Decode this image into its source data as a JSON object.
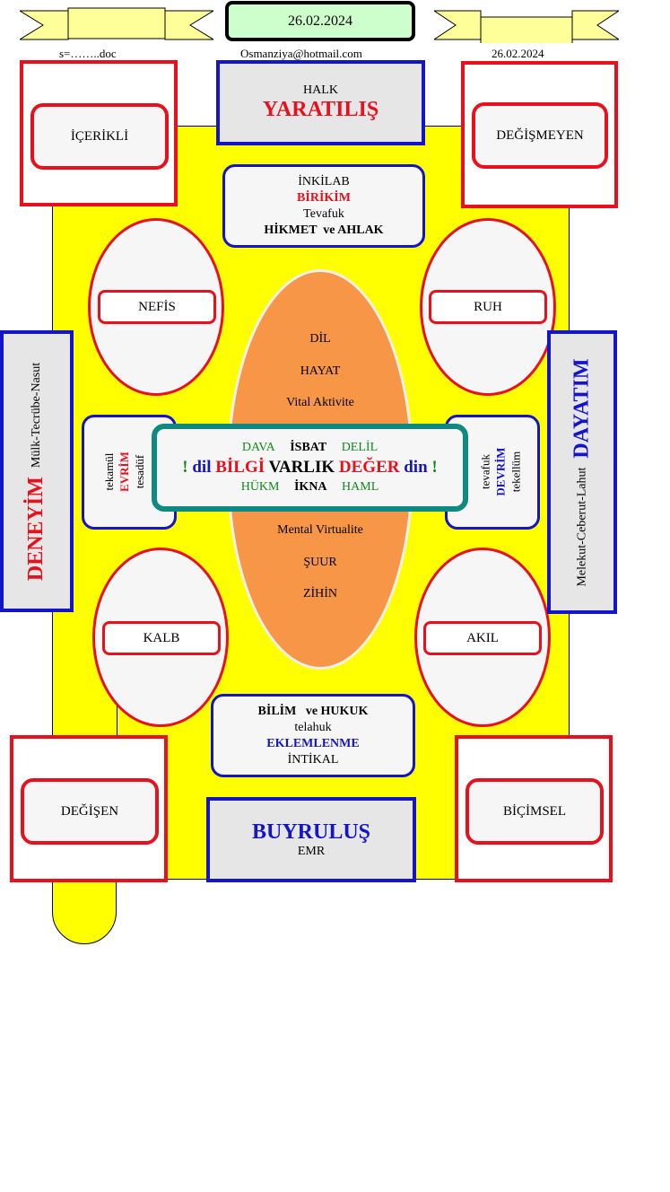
{
  "header": {
    "date_box": "26.02.2024",
    "left_caption": "s=……..doc",
    "center_caption": "Osmanziya@hotmail.com",
    "right_caption": "26.02.2024"
  },
  "top": {
    "small": "HALK",
    "title": "YARATILIŞ"
  },
  "bottom": {
    "title": "BUYRULUŞ",
    "small": "EMR"
  },
  "corners": {
    "top_left": "İÇERİKLİ",
    "top_right": "DEĞİŞMEYEN",
    "bottom_left": "DEĞİŞEN",
    "bottom_right": "BİÇİMSEL"
  },
  "top_block": {
    "l1": "İNKİLAB",
    "l2": "BİRİKİM",
    "l3": "Tevafuk",
    "l4": "HİKMET  ve AHLAK"
  },
  "bottom_block": {
    "l1": "BİLİM   ve HUKUK",
    "l2": "telahuk",
    "l3": "EKLEMLENME",
    "l4": "İNTİKAL"
  },
  "ovals": {
    "nefis": "NEFİS",
    "ruh": "RUH",
    "kalb": "KALB",
    "akil": "AKIL"
  },
  "center_oval": {
    "top": [
      "DİL",
      "HAYAT",
      "Vital Aktivite"
    ],
    "bottom": [
      "Mental Virtualite",
      "ŞUUR",
      "ZİHİN"
    ]
  },
  "left_side": {
    "title": "DENEYİM",
    "sub": "Mülk-Tecrübe-Nasut"
  },
  "right_side": {
    "title": "DAYATIM",
    "sub": "Melekut-Ceberut-Lahut"
  },
  "left_small": {
    "a": "tekamül",
    "b": "EVRİM",
    "c": "tesadüf"
  },
  "right_small": {
    "a": "tevafuk",
    "b": "DEVRİM",
    "c": "tekellüm"
  },
  "center_box": {
    "r1a": "DAVA",
    "r1b": "İSBAT",
    "r1c": "DELİL",
    "excl_l": "!",
    "dil": "dil",
    "bilgi": "BİLGİ",
    "varlik": "VARLIK",
    "deger": "DEĞER",
    "din": "din",
    "excl_r": "!",
    "r3a": "HÜKM",
    "r3b": "İKNA",
    "r3c": "HAML"
  }
}
